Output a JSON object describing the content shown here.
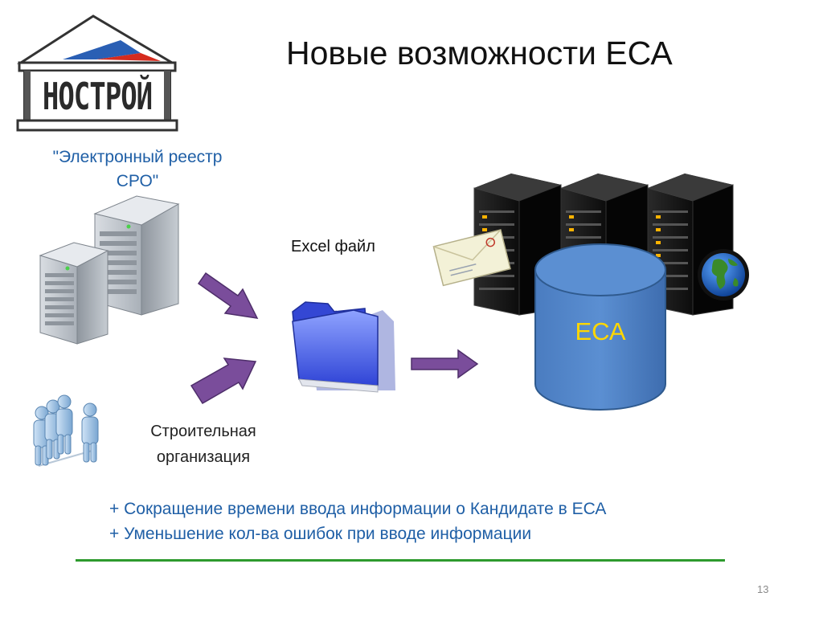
{
  "slide": {
    "title": "Новые возможности ЕСА",
    "page_number": "13"
  },
  "logo": {
    "text": "НОСТРОЙ",
    "flag_colors": [
      "#ffffff",
      "#2a5fb4",
      "#d52b1e"
    ]
  },
  "diagram": {
    "registry_label": "\"Электронный реестр СРО\"",
    "excel_label": "Excel файл",
    "org_label": "Строительная организация",
    "database_label": "ЕСА",
    "icons": [
      "server-icon",
      "people-icon",
      "folder-icon",
      "server-rack-icon",
      "database-icon",
      "envelope-icon",
      "globe-icon",
      "arrow-icon"
    ],
    "colors": {
      "arrow": "#7a4d9b",
      "database": "#4f81bd",
      "database_text": "#ffd700",
      "divider": "#2d9a2d"
    }
  },
  "benefits": [
    "+ Сокращение времени ввода информации о Кандидате в ЕСА",
    "+ Уменьшение кол-ва ошибок при вводе информации"
  ]
}
